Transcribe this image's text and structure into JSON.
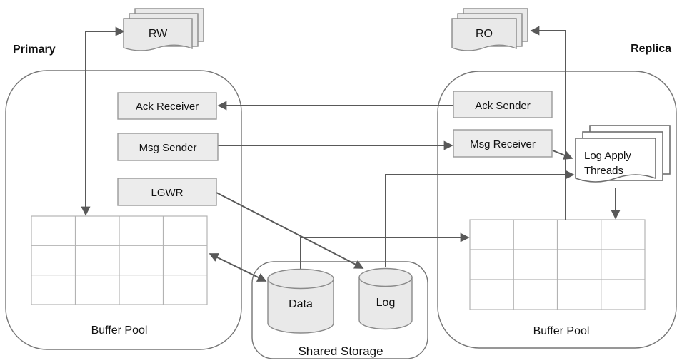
{
  "colors": {
    "background": "#ffffff",
    "box_fill": "#ececec",
    "box_border": "#999999",
    "container_border": "#757575",
    "grid_line": "#b3b3b3",
    "arrow": "#595959",
    "doc_fill": "#e9e9e9",
    "white_doc_fill": "#ffffff",
    "text": "#111111"
  },
  "primary": {
    "label": "Primary",
    "boxes": {
      "ack_receiver": "Ack Receiver",
      "msg_sender": "Msg Sender",
      "lgwr": "LGWR"
    },
    "buffer_pool_label": "Buffer Pool",
    "buffer_pool_grid": {
      "cols": 4,
      "rows": 3
    }
  },
  "replica": {
    "label": "Replica",
    "boxes": {
      "ack_sender": "Ack Sender",
      "msg_receiver": "Msg Receiver"
    },
    "buffer_pool_label": "Buffer Pool",
    "buffer_pool_grid": {
      "cols": 4,
      "rows": 3
    }
  },
  "documents": {
    "rw": {
      "label": "RW",
      "pages": 3
    },
    "ro": {
      "label": "RO",
      "pages": 3
    },
    "log_apply": {
      "line1": "Log Apply",
      "line2": "Threads",
      "pages": 3
    }
  },
  "shared_storage": {
    "label": "Shared Storage",
    "data_cylinder_label": "Data",
    "log_cylinder_label": "Log"
  },
  "connections": [
    {
      "from": "rw-docs",
      "to": "primary-buffer-pool",
      "bidirectional": true
    },
    {
      "from": "ack-sender",
      "to": "ack-receiver",
      "bidirectional": false
    },
    {
      "from": "msg-sender",
      "to": "msg-receiver",
      "bidirectional": false
    },
    {
      "from": "lgwr",
      "to": "log-cylinder",
      "bidirectional": false
    },
    {
      "from": "primary-buffer-pool",
      "to": "data-cylinder",
      "bidirectional": true
    },
    {
      "from": "data-cylinder",
      "to": "replica-buffer-pool",
      "bidirectional": false
    },
    {
      "from": "log-cylinder",
      "to": "log-apply-threads",
      "bidirectional": false
    },
    {
      "from": "msg-receiver",
      "to": "log-apply-threads",
      "bidirectional": false
    },
    {
      "from": "log-apply-threads",
      "to": "replica-buffer-pool",
      "bidirectional": false
    },
    {
      "from": "replica-buffer-pool",
      "to": "ro-docs",
      "bidirectional": false
    }
  ]
}
